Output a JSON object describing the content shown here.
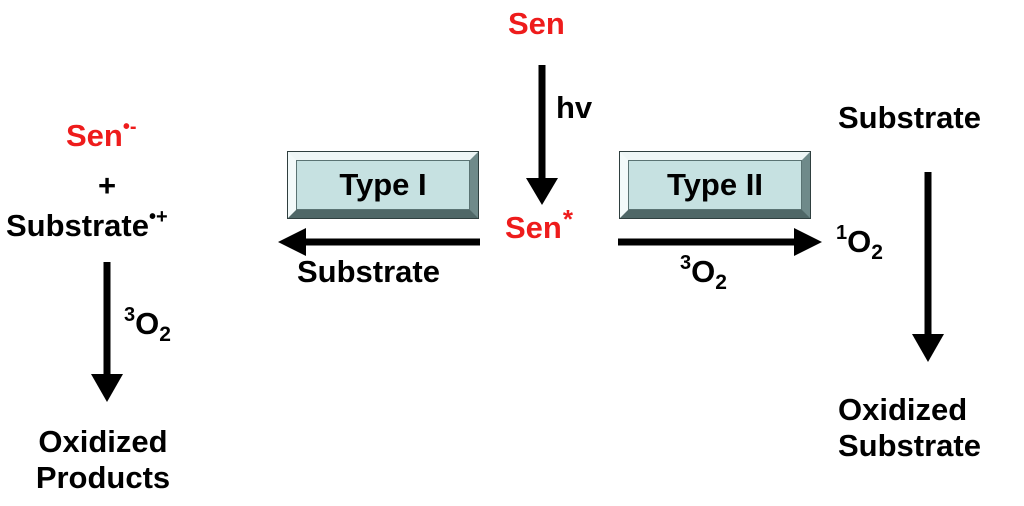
{
  "diagram": {
    "top": {
      "sensitizer": "Sen",
      "excitation": "hv",
      "excited_base": "Sen",
      "excited_mark": "*"
    },
    "type1": {
      "label": "Type I",
      "reagent": "Substrate",
      "radical_anion_base": "Sen",
      "radical_anion_mark": "•-",
      "plus": "+",
      "radical_cation_base": "Substrate",
      "radical_cation_mark": "•+",
      "oxygen_sup": "3",
      "oxygen_base": "O",
      "oxygen_sub": "2",
      "product_line1": "Oxidized",
      "product_line2": "Products"
    },
    "type2": {
      "label": "Type II",
      "reagent_sup": "3",
      "reagent_base": "O",
      "reagent_sub": "2",
      "singlet_sup": "1",
      "singlet_base": "O",
      "singlet_sub": "2",
      "substrate": "Substrate",
      "product_line1": "Oxidized",
      "product_line2": "Substrate"
    },
    "colors": {
      "sensitizer": "#ee1c1c",
      "box_fill": "#c6e1e1",
      "text": "#000000"
    }
  }
}
